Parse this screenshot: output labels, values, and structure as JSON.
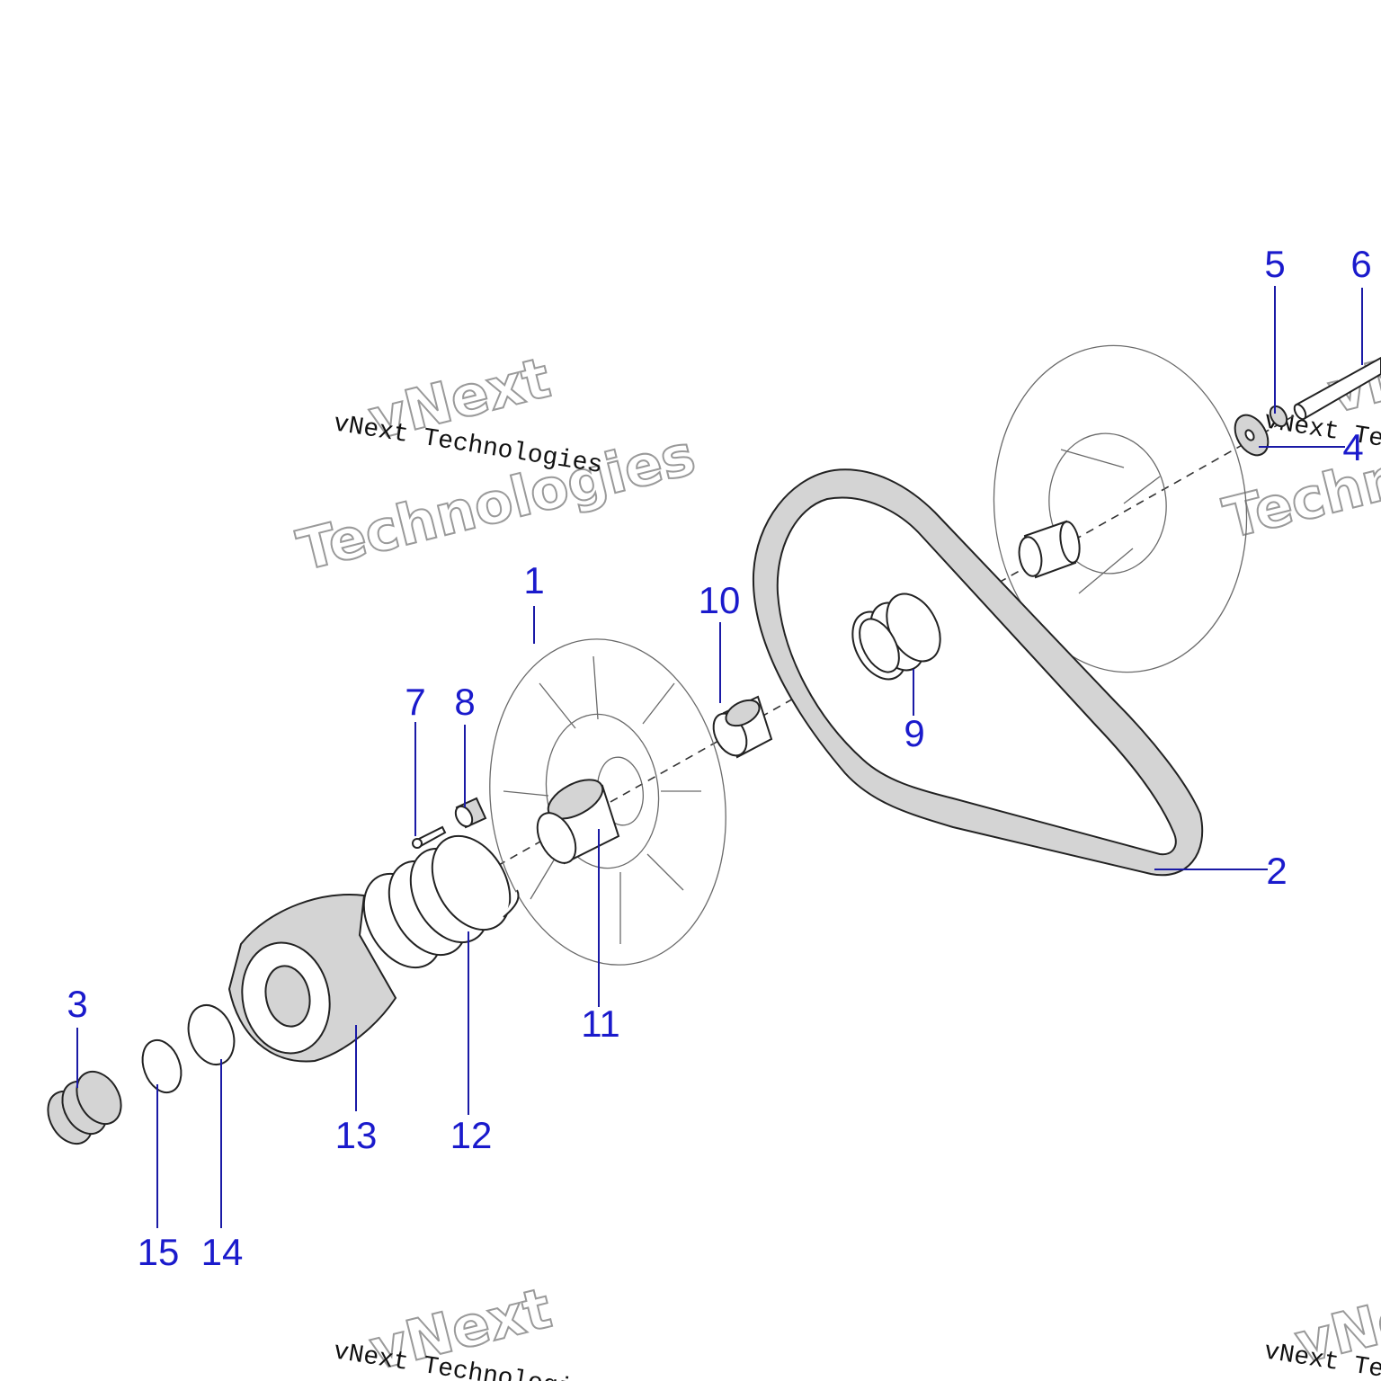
{
  "callouts": {
    "c1": "1",
    "c2": "2",
    "c3": "3",
    "c4": "4",
    "c5": "5",
    "c6": "6",
    "c7": "7",
    "c8": "8",
    "c9": "9",
    "c10": "10",
    "c11": "11",
    "c12": "12",
    "c13": "13",
    "c14": "14",
    "c15": "15"
  },
  "watermark": {
    "line_typed": "vNext Technologies",
    "word_a": "vNext",
    "word_b": "Technologies",
    "partial_right": "vNext Te",
    "partial_right_big": "Technol",
    "partial_bottom_typed": "vNext Technologies",
    "partial_bottom_right": "vNext Te"
  },
  "colors": {
    "callout": "#1a1acc",
    "leader": "#1a1aa6",
    "linework": "#222222"
  }
}
